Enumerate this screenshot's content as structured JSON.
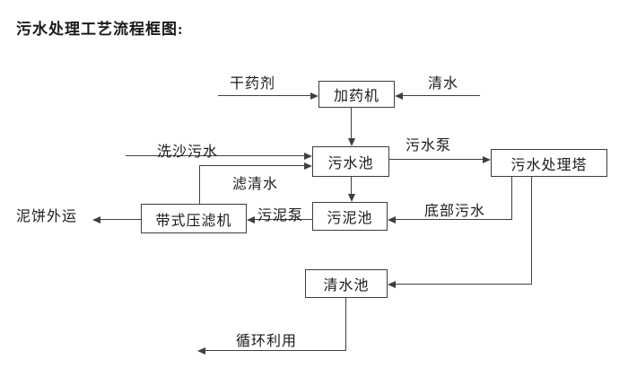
{
  "title": "污水处理工艺流程框图:",
  "nodes": {
    "dosing_machine": "加药机",
    "sewage_pool": "污水池",
    "treatment_tower": "污水处理塔",
    "belt_filter_press": "带式压滤机",
    "sludge_pool": "污泥池",
    "clean_water_pool": "清水池"
  },
  "labels": {
    "dry_chemical": "干药剂",
    "clean_water": "清水",
    "sand_wash_sewage": "洗沙污水",
    "sewage_pump": "污水泵",
    "filtered_water": "滤清水",
    "sludge_pump": "污泥泵",
    "bottom_sewage": "底部污水",
    "mud_cake_out": "泥饼外运",
    "recycle": "循环利用"
  },
  "colors": {
    "line": "#404040",
    "box_border": "#3c3c3c",
    "text": "#1a1a1a",
    "background": "#ffffff"
  }
}
